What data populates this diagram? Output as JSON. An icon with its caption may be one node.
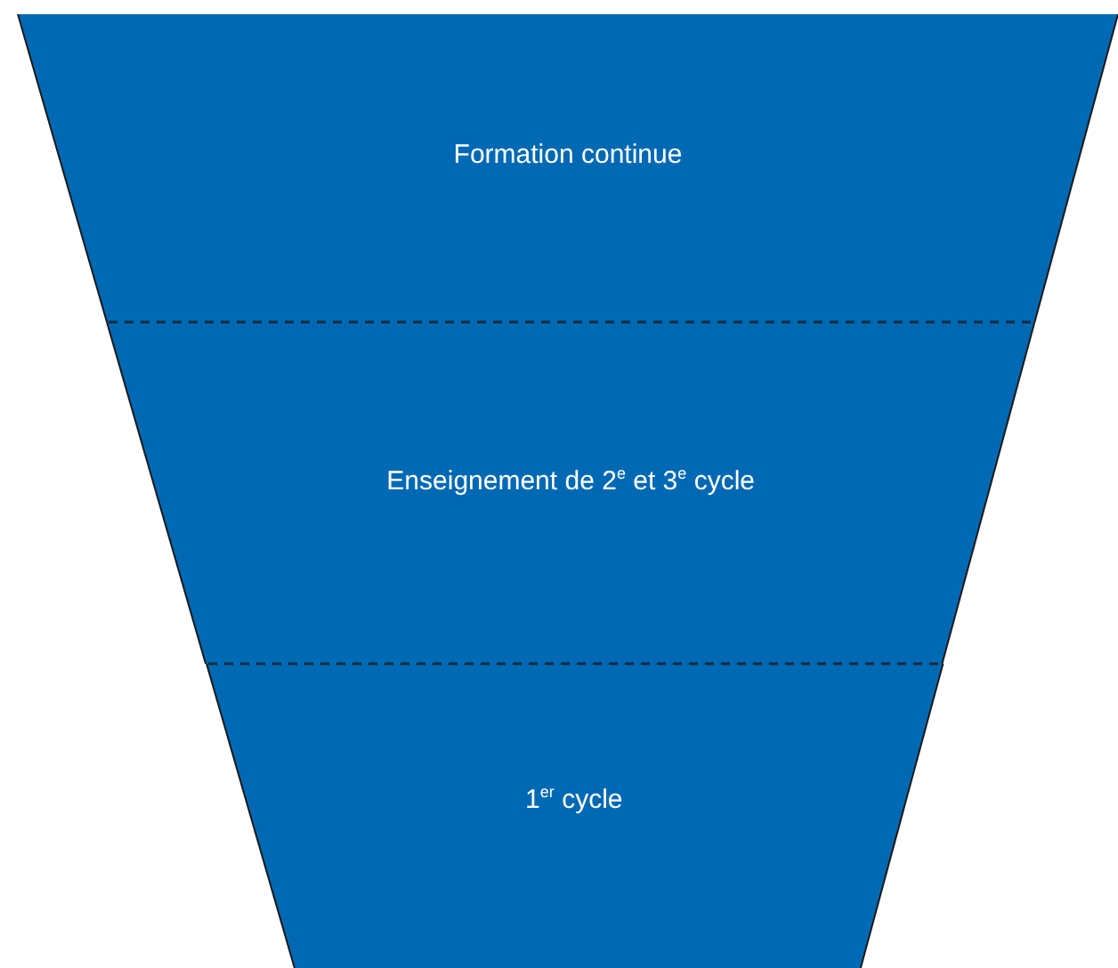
{
  "diagram": {
    "nodes": [
      {
        "text": [
          "Formation continue"
        ]
      },
      {
        "text": [
          "Enseignement de 2$^{e}$ et 3$^{e}$ cycle"
        ]
      },
      {
        "text": [
          "1$^{er}$ cycle"
        ]
      }
    ]
  }
}
